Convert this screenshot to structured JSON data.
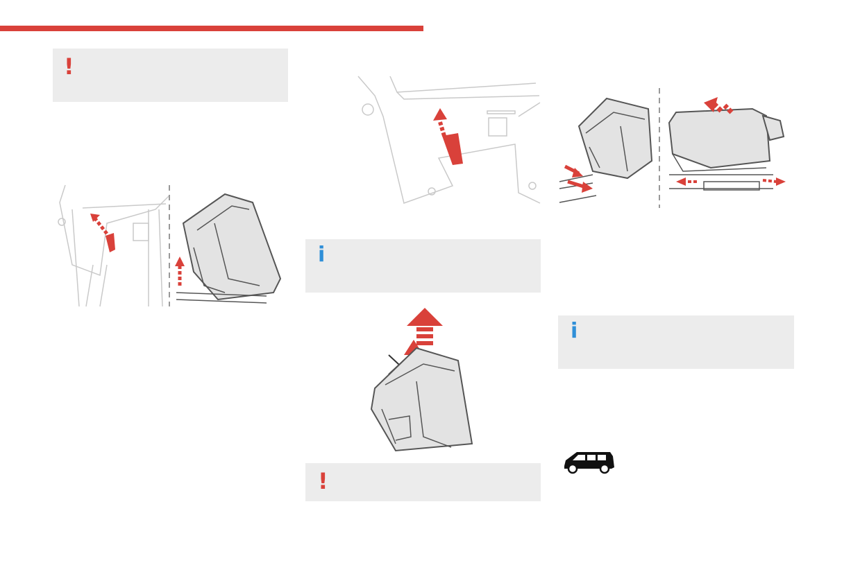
{
  "page": {
    "accent_color": "#d9413a",
    "info_color": "#2f8fd8",
    "note_background": "#ececec"
  },
  "notes": [
    {
      "type": "warning",
      "symbol": "!"
    },
    {
      "type": "info",
      "symbol": "i"
    },
    {
      "type": "warning",
      "symbol": "!"
    },
    {
      "type": "info",
      "symbol": "i"
    }
  ],
  "icons": {
    "warning": "exclamation-icon",
    "info": "info-icon",
    "vehicle": "van-icon"
  }
}
